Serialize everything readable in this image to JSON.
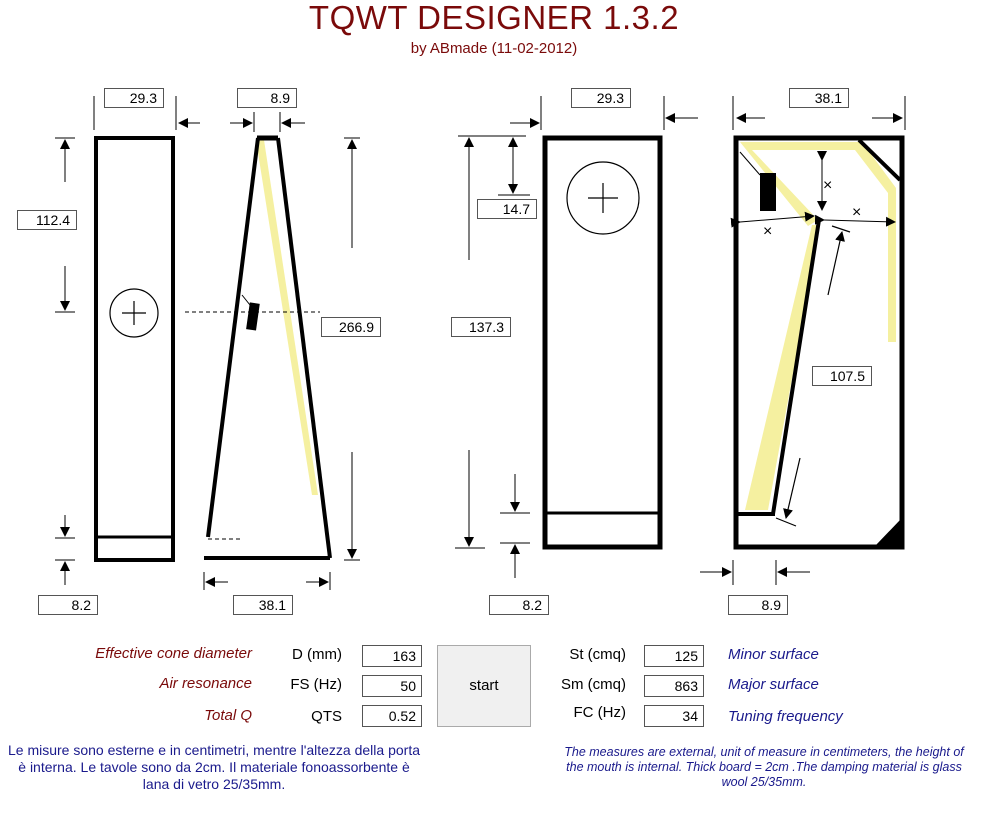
{
  "header": {
    "title": "TQWT DESIGNER 1.3.2",
    "subtitle": "by ABmade (11-02-2012)"
  },
  "dimensions": {
    "left_width": "29.3",
    "left_board": "8.9",
    "left_speaker_height": "112.4",
    "left_total_height": "266.9",
    "left_bottom": "8.2",
    "left_depth": "38.1",
    "right_width": "29.3",
    "right_depth": "38.1",
    "right_top": "14.7",
    "right_height": "137.3",
    "right_line": "107.5",
    "right_bottom": "8.2",
    "right_mouth": "8.9"
  },
  "params_left": [
    {
      "label": "Effective cone diameter",
      "param": "D (mm)",
      "value": "163"
    },
    {
      "label": "Air resonance",
      "param": "FS (Hz)",
      "value": "50"
    },
    {
      "label": "Total Q",
      "param": "QTS",
      "value": "0.52"
    }
  ],
  "params_right": [
    {
      "param": "St (cmq)",
      "value": "125",
      "label": "Minor surface"
    },
    {
      "param": "Sm (cmq)",
      "value": "863",
      "label": "Major surface"
    },
    {
      "param": "FC (Hz)",
      "value": "34",
      "label": "Tuning frequency"
    }
  ],
  "start_label": "start",
  "notes": {
    "italian": "Le misure sono esterne e in centimetri, mentre l'altezza della porta è interna. Le tavole sono da 2cm. Il materiale fonoassorbente è lana di vetro 25/35mm.",
    "english": "The measures are external, unit of measure in centimeters, the height of the mouth is internal. Thick board = 2cm .The damping material is glass wool 25/35mm."
  },
  "colors": {
    "title": "#7a0a0a",
    "note": "#1a1a8c",
    "damping": "#f5f0a0"
  }
}
